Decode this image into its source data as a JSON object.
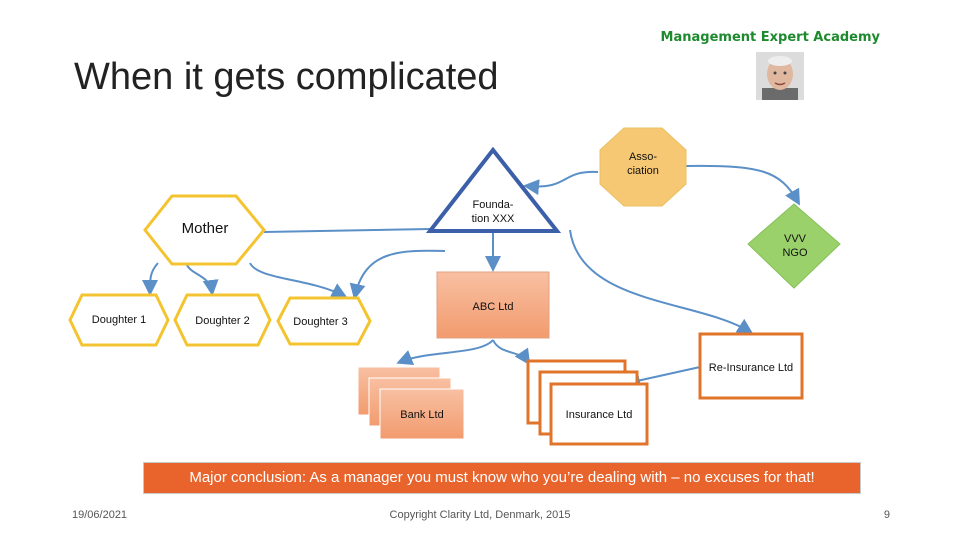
{
  "brand": "Management Expert Academy",
  "title": "When it gets complicated",
  "nodes": {
    "association": "Asso-\nciation",
    "foundation": "Founda-\ntion XXX",
    "vvv_ngo": "VVV\nNGO",
    "mother": "Mother",
    "doughter1": "Doughter 1",
    "doughter2": "Doughter 2",
    "doughter3": "Doughter 3",
    "abc_ltd": "ABC Ltd",
    "reinsurance": "Re-Insurance Ltd",
    "bank": "Bank Ltd",
    "insurance": "Insurance Ltd"
  },
  "conclusion": "Major conclusion: As a manager you must know who you’re dealing with – no excuses for that!",
  "footer": {
    "date": "19/06/2021",
    "copyright": "Copyright Clarity Ltd, Denmark, 2015",
    "page": "9"
  },
  "colors": {
    "hexagon_border": "#f4c430",
    "triangle_border": "#3b5fa8",
    "octagon_fill": "#f7c874",
    "diamond_fill": "#9ad16b",
    "orange_box": "#f4a77f",
    "orange_border": "#e0742a",
    "connector": "#5b8fc7",
    "conclusion_bg": "#e8642c"
  }
}
